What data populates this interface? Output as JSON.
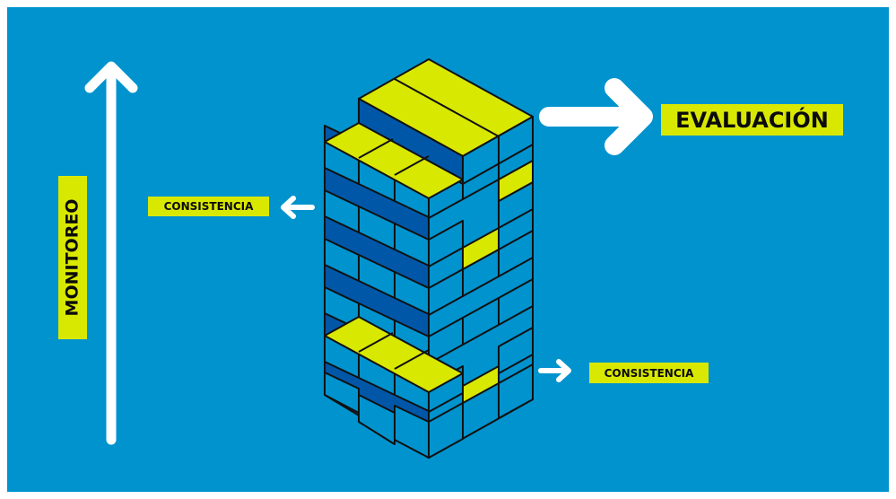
{
  "colors": {
    "background": "#0093CE",
    "highlight": "#D9E800",
    "block_light": "#0093CE",
    "block_dark": "#0057A8",
    "arrow": "#ffffff"
  },
  "labels": {
    "evaluation": "EVALUACIÓN",
    "consistency_left": "CONSISTENCIA",
    "consistency_right": "CONSISTENCIA",
    "monitoring": "MONITOREO"
  },
  "icons": [
    "arrow-up-icon",
    "arrow-right-icon",
    "arrow-left-icon",
    "arrow-right-small-icon",
    "jenga-tower-icon"
  ]
}
